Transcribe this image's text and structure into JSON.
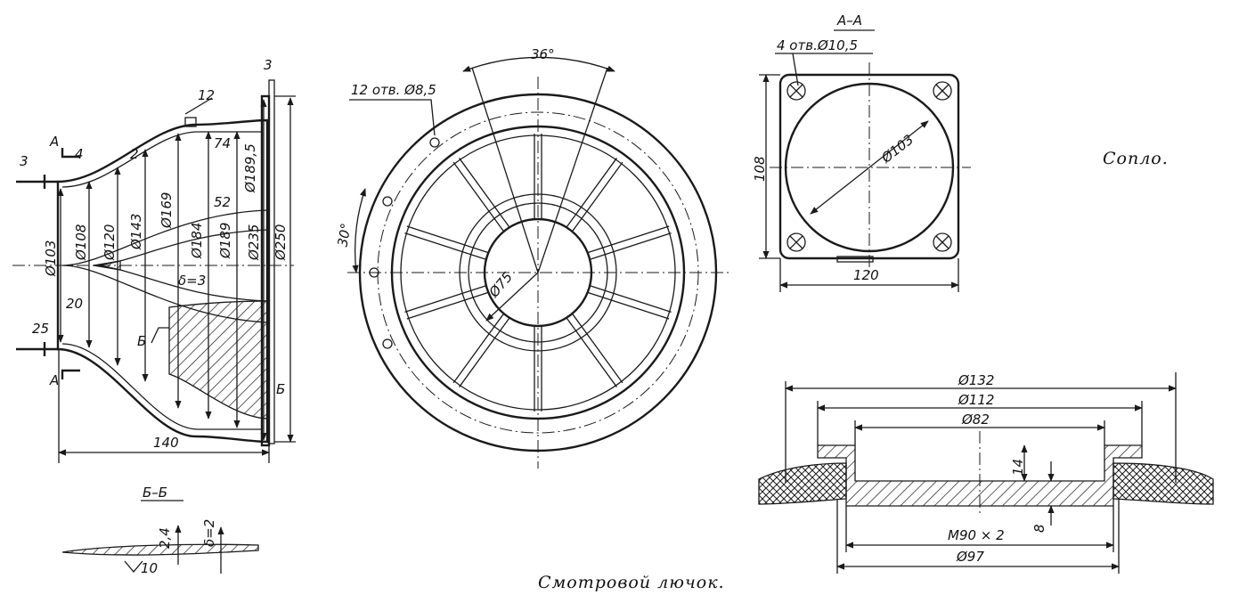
{
  "captions": {
    "nozzle": "Сопло.",
    "hatch": "Смотровой лючок."
  },
  "nozzle_side": {
    "d_left": [
      "Ø103",
      "Ø108",
      "Ø120",
      "Ø143",
      "Ø169",
      "Ø184",
      "Ø189",
      "Ø235",
      "Ø250",
      "Ø189,5"
    ],
    "d103": "Ø103",
    "d108": "Ø108",
    "d120": "Ø120",
    "d143": "Ø143",
    "d169": "Ø169",
    "d184": "Ø184",
    "d189": "Ø189",
    "d235": "Ø235",
    "d250": "Ø250",
    "d1895": "Ø189,5",
    "len140": "140",
    "len20": "20",
    "len25": "25",
    "len74": "74",
    "len52": "52",
    "len12": "12",
    "len3a": "3",
    "len3b": "3",
    "len4": "4",
    "len2": "2",
    "delta3": "δ=3",
    "markA1": "A",
    "markA2": "A",
    "markB1": "Б",
    "markB2": "Б"
  },
  "section_bb": {
    "title": "Б–Б",
    "t24": "2,4",
    "delta2": "δ=2",
    "rough": "10"
  },
  "front_view": {
    "holes": "12 отв. Ø8,5",
    "angle36": "36°",
    "angle30": "30°",
    "d75": "Ø75"
  },
  "section_aa": {
    "title": "A–A",
    "holes": "4 отв.Ø10,5",
    "d103": "Ø103",
    "h108": "108",
    "w120": "120"
  },
  "hatch_cover": {
    "d132": "Ø132",
    "d112": "Ø112",
    "d82": "Ø82",
    "d97": "Ø97",
    "thread": "М90 × 2",
    "h14": "14",
    "h8": "8"
  }
}
